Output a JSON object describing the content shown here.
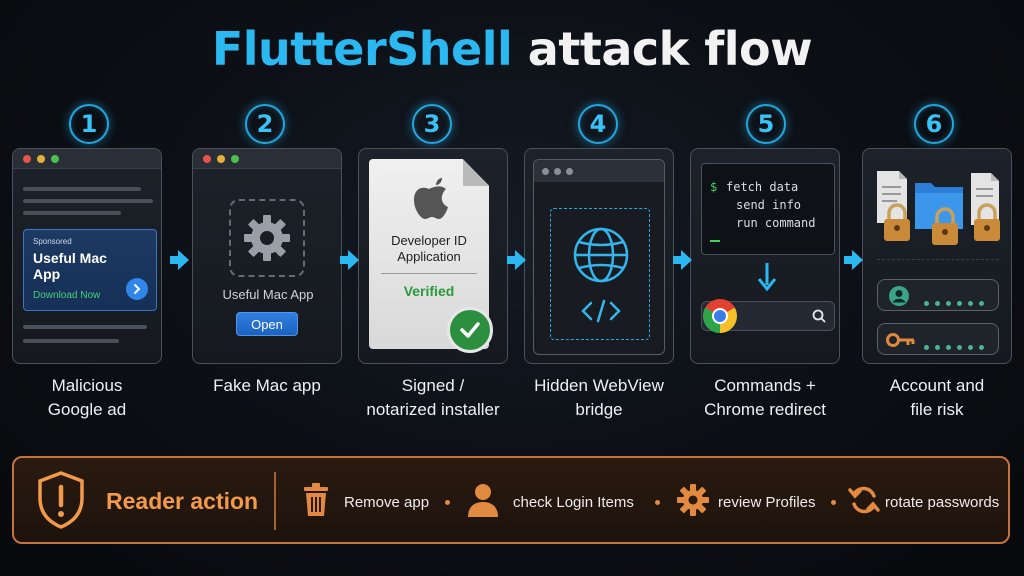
{
  "title": {
    "accent": "FlutterShell",
    "rest": "attack flow"
  },
  "steps": [
    {
      "number": "1",
      "caption_line1": "Malicious",
      "caption_line2": "Google ad"
    },
    {
      "number": "2",
      "caption_line1": "Fake Mac app",
      "caption_line2": ""
    },
    {
      "number": "3",
      "caption_line1": "Signed /",
      "caption_line2": "notarized installer"
    },
    {
      "number": "4",
      "caption_line1": "Hidden WebView",
      "caption_line2": "bridge"
    },
    {
      "number": "5",
      "caption_line1": "Commands +",
      "caption_line2": "Chrome redirect"
    },
    {
      "number": "6",
      "caption_line1": "Account and",
      "caption_line2": "file risk"
    }
  ],
  "ad": {
    "sponsored": "Sponsored",
    "title": "Useful Mac App",
    "cta": "Download Now"
  },
  "fake_app": {
    "label": "Useful Mac App",
    "button": "Open"
  },
  "installer": {
    "line1": "Developer ID",
    "line2": "Application",
    "status": "Verified"
  },
  "terminal": {
    "prompt": "$",
    "lines": [
      "fetch data",
      "send info",
      "run command"
    ]
  },
  "reader_action": {
    "label": "Reader action",
    "actions": [
      "Remove app",
      "check Login Items",
      "review Profiles",
      "rotate passwords"
    ]
  },
  "colors": {
    "accent": "#2bb8f0",
    "panel_border": "#c4743b",
    "panel_text": "#f29a4a",
    "verified": "#2b9a3c"
  }
}
